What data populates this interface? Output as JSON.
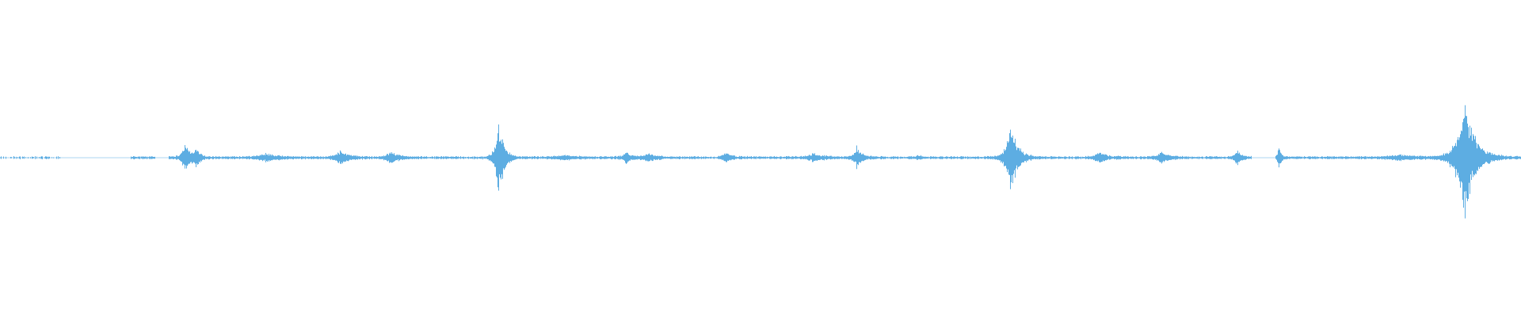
{
  "chart_data": {
    "type": "waveform",
    "color": "#5DADE2",
    "background": "#ffffff",
    "amplitude_range": [
      -1,
      1
    ],
    "frames": 1920,
    "baseline_level": 0.006,
    "silent_spans": [
      [
        76,
        165
      ],
      [
        196,
        213
      ],
      [
        1580,
        1610
      ]
    ],
    "events": [
      {
        "t": 233,
        "amp": 0.09,
        "decay": 6
      },
      {
        "t": 247,
        "amp": 0.05,
        "decay": 5
      },
      {
        "t": 335,
        "amp": 0.02,
        "decay": 16
      },
      {
        "t": 429,
        "amp": 0.04,
        "decay": 10
      },
      {
        "t": 492,
        "amp": 0.035,
        "decay": 9
      },
      {
        "t": 629,
        "amp": 0.25,
        "decay": 6
      },
      {
        "t": 710,
        "amp": 0.012,
        "decay": 15
      },
      {
        "t": 790,
        "amp": 0.03,
        "decay": 7
      },
      {
        "t": 818,
        "amp": 0.025,
        "decay": 8
      },
      {
        "t": 916,
        "amp": 0.03,
        "decay": 6
      },
      {
        "t": 1026,
        "amp": 0.02,
        "decay": 12
      },
      {
        "t": 1081,
        "amp": 0.06,
        "decay": 6
      },
      {
        "t": 1158,
        "amp": 0.012,
        "decay": 5
      },
      {
        "t": 1275,
        "amp": 0.23,
        "decay": 8
      },
      {
        "t": 1387,
        "amp": 0.035,
        "decay": 9
      },
      {
        "t": 1466,
        "amp": 0.035,
        "decay": 9
      },
      {
        "t": 1561,
        "amp": 0.045,
        "decay": 5
      },
      {
        "t": 1614,
        "amp": 0.06,
        "decay": 3
      },
      {
        "t": 1765,
        "amp": 0.012,
        "decay": 25
      },
      {
        "t": 1847,
        "amp": 0.375,
        "decay": 13
      }
    ]
  }
}
